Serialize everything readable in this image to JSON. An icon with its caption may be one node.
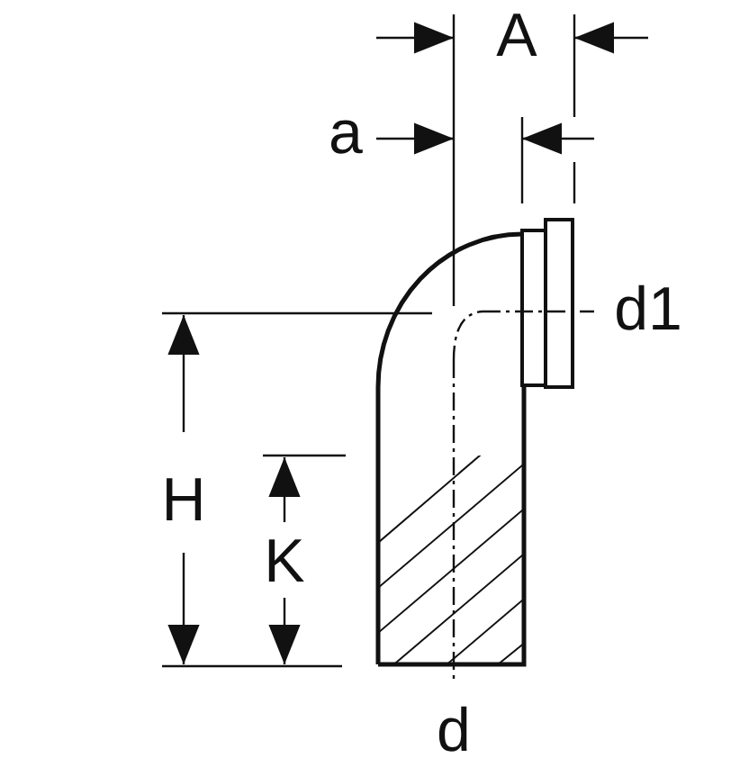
{
  "diagram": {
    "labels": [
      "A",
      "a",
      "d1",
      "H",
      "K",
      "d"
    ]
  }
}
